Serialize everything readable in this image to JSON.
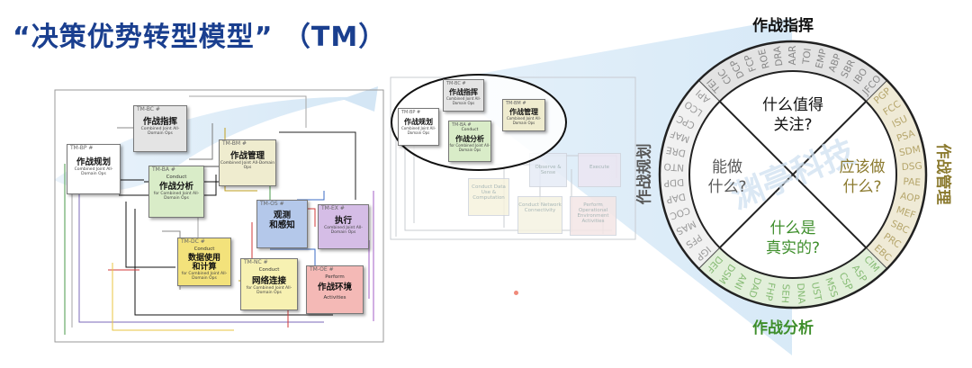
{
  "title": "“决策优势转型模型” （TM）",
  "left_diagram": {
    "boxes": [
      {
        "id": "bp",
        "tag": "TM-BP #",
        "zh": "作战规划",
        "en": "Combined Joint All-Domain Ops",
        "fill": "#ffffff"
      },
      {
        "id": "bc",
        "tag": "TM-BC #",
        "zh": "作战指挥",
        "en": "Combined Joint All-Domain Ops",
        "fill": "#e4e4e4"
      },
      {
        "id": "bm",
        "tag": "TM-BM #",
        "zh": "作战管理",
        "en": "Combined Joint All-Domain Ops",
        "fill": "#efeccf"
      },
      {
        "id": "ba",
        "tag": "TM-BA #",
        "en_top": "Conduct",
        "zh": "作战分析",
        "en": "for Combined Joint All-Domain Ops",
        "fill": "#d9ecc8"
      },
      {
        "id": "os",
        "tag": "TM-OS #",
        "zh": "观测\n和感知",
        "en": "",
        "fill": "#b4c8ea"
      },
      {
        "id": "ex",
        "tag": "TM-EX #",
        "zh": "执行",
        "en": "Combined Joint All-Domain Ops",
        "fill": "#d5bde6"
      },
      {
        "id": "dc",
        "tag": "TM-DC #",
        "en_top": "Conduct",
        "zh": "数据使用\n和计算",
        "en": "for Combined Joint All-Domain Ops",
        "fill": "#f3e27b"
      },
      {
        "id": "nc",
        "tag": "TM-NC #",
        "en_top": "Conduct",
        "zh": "网络连接",
        "en": "for Combined Joint All-Domain Ops",
        "fill": "#f7f1b2"
      },
      {
        "id": "oe",
        "tag": "TM-OE #",
        "en_top": "Perform",
        "zh": "作战环境",
        "en_bottom": "Activities",
        "fill": "#f4b9b6"
      }
    ]
  },
  "middle_diagram": {
    "boxes": [
      {
        "id": "bp",
        "tag": "TM-BP #",
        "zh": "作战规划",
        "en": "Combined Joint All-Domain Ops"
      },
      {
        "id": "bc",
        "tag": "TM-BC #",
        "zh": "作战指挥",
        "en": "Combined Joint All-Domain Ops"
      },
      {
        "id": "bm",
        "tag": "TM-BM #",
        "zh": "作战管理",
        "en": "Combined Joint All-Domain Ops"
      },
      {
        "id": "ba",
        "tag": "TM-BA #",
        "en_top": "Conduct",
        "zh": "作战分析",
        "en": "for Combined Joint All-Domain Ops"
      }
    ],
    "faded_labels": [
      "Observe & Sense",
      "Execute",
      "Conduct Data Use & Computation",
      "Conduct Network Connectivity",
      "Perform Operational Environment Activities"
    ]
  },
  "wheel": {
    "labels": {
      "top": "作战指挥",
      "left": "作战规划",
      "right": "作战管理",
      "bottom": "作战分析"
    },
    "quadrants": {
      "top": "什么值得\n关注?",
      "left": "能做\n什么?",
      "right": "应该做\n什么?",
      "bottom": "什么是\n真实的?"
    },
    "ring_top_codes": [
      "TEI",
      "CIC",
      "DCP",
      "FCP",
      "ROE",
      "DRA",
      "AAR",
      "TOI",
      "EMP",
      "ABP",
      "SBR",
      "IBO",
      "JFCO"
    ],
    "ring_left_codes": [
      "IGP",
      "PFS",
      "MAS",
      "COC",
      "DAP",
      "DDP",
      "NTO",
      "DRE",
      "MAF",
      "CPC",
      "LCO",
      "API"
    ],
    "ring_right_codes": [
      "PGP",
      "FCC",
      "ISU",
      "PSA",
      "SDM",
      "DSG",
      "PAE",
      "AOP",
      "MEF",
      "SBC",
      "PRC",
      "EBC"
    ],
    "ring_bottom_codes": [
      "CIM",
      "ASP",
      "CSP",
      "MSS",
      "UST",
      "DNA",
      "SEH",
      "FHP",
      "DAD",
      "ANI",
      "DSM",
      "DEF"
    ],
    "watermark": "渊亭科技",
    "colors": {
      "top": "#111111",
      "left": "#5a5a5a",
      "right": "#8b7a2e",
      "bottom": "#3e8e2b"
    }
  }
}
